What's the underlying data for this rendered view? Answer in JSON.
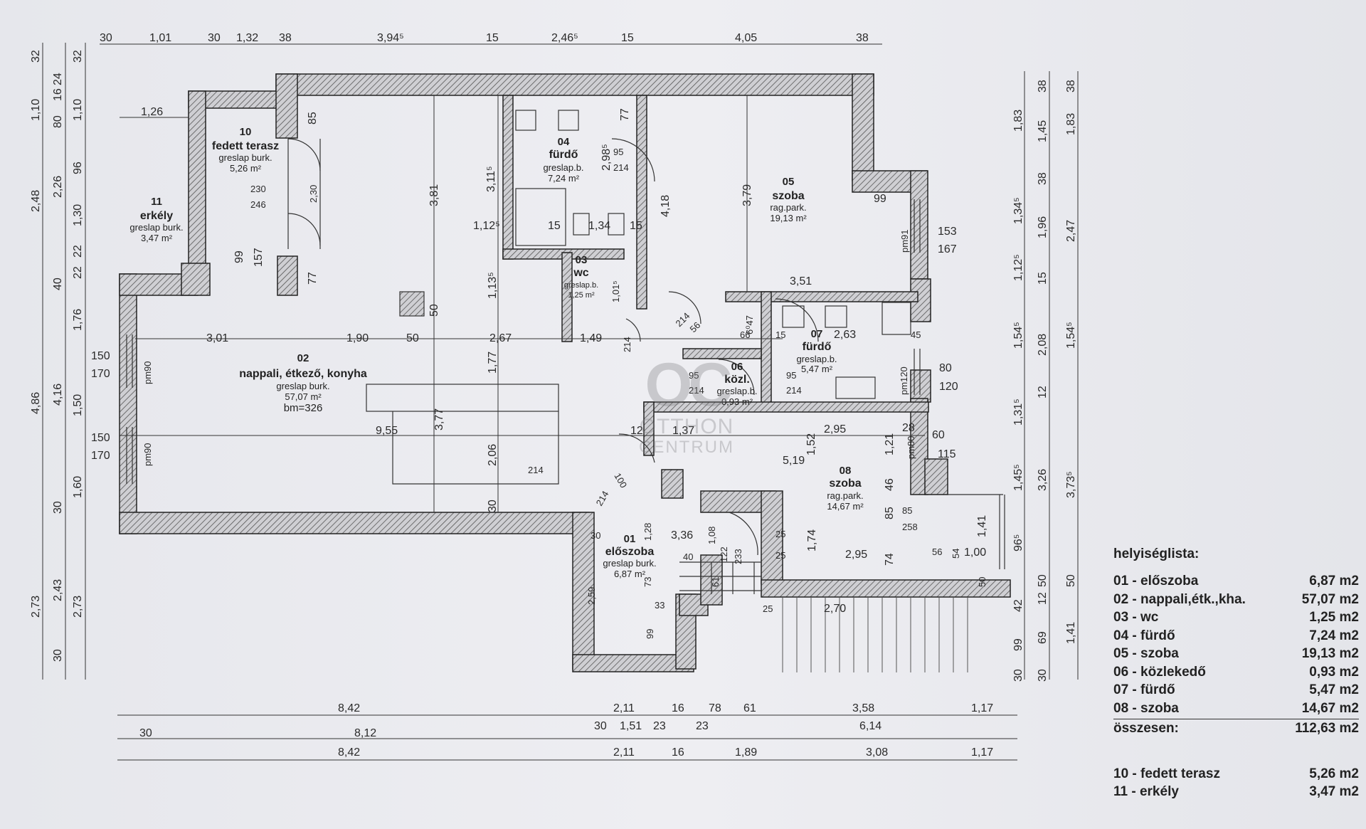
{
  "rooms": [
    {
      "num": "01",
      "name": "előszoba",
      "sub1": "greslap burk.",
      "sub2": "6,87 m²"
    },
    {
      "num": "02",
      "name": "nappali, étkező, konyha",
      "sub1": "greslap burk.",
      "sub2": "57,07 m²",
      "sub3": "bm=326"
    },
    {
      "num": "03",
      "name": "wc",
      "sub1": "greslap.b.",
      "sub2": "1,25 m²"
    },
    {
      "num": "04",
      "name": "fürdő",
      "sub1": "greslap.b.",
      "sub2": "7,24 m²"
    },
    {
      "num": "05",
      "name": "szoba",
      "sub1": "rag.park.",
      "sub2": "19,13 m²"
    },
    {
      "num": "06",
      "name": "közl.",
      "sub1": "greslap.b.",
      "sub2": "0,93 m²"
    },
    {
      "num": "07",
      "name": "fürdő",
      "sub1": "greslap.b.",
      "sub2": "5,47 m²"
    },
    {
      "num": "08",
      "name": "szoba",
      "sub1": "rag.park.",
      "sub2": "14,67 m²"
    },
    {
      "num": "10",
      "name": "fedett terasz",
      "sub1": "greslap burk.",
      "sub2": "5,26 m²"
    },
    {
      "num": "11",
      "name": "erkély",
      "sub1": "greslap burk.",
      "sub2": "3,47 m²"
    }
  ],
  "dims": {
    "top": [
      "30",
      "1,01",
      "30",
      "1,32",
      "38",
      "3,94⁵",
      "15",
      "2,46⁵",
      "15",
      "4,05",
      "38"
    ],
    "bottom1": [
      "8,42",
      "2,11",
      "16",
      "78",
      "61",
      "3,58",
      "1,17"
    ],
    "bottom2": [
      "30",
      "8,12",
      "30",
      "1,51",
      "23",
      "23",
      "6,14"
    ],
    "bottom3": [
      "8,42",
      "2,11",
      "16",
      "1,89",
      "3,08",
      "1,17"
    ],
    "left1": [
      "32",
      "1,10",
      "2,48",
      "4,86",
      "2,73"
    ],
    "left2": [
      "24",
      "16",
      "80",
      "2,26",
      "40",
      "4,16",
      "30",
      "2,43",
      "30"
    ],
    "left3": [
      "32",
      "1,10",
      "96",
      "1,30",
      "22",
      "22",
      "1,76",
      "1,50",
      "1,60",
      "2,73"
    ],
    "right1": [
      "1,83",
      "1,34⁵",
      "1,12⁵",
      "1,54⁵",
      "1,31⁵",
      "1,45⁵",
      "96⁵",
      "42",
      "99",
      "30"
    ],
    "right2": [
      "38",
      "1,45",
      "38",
      "1,96",
      "15",
      "2,08",
      "12",
      "3,26",
      "50",
      "12",
      "69",
      "30"
    ],
    "right3": [
      "38",
      "1,83",
      "2,47",
      "1,54⁵",
      "3,73⁵",
      "50",
      "1,41"
    ],
    "inner": [
      "1,26",
      "85",
      "3,81",
      "3,11⁵",
      "77",
      "2,98⁵",
      "95",
      "214",
      "230",
      "246",
      "2,30",
      "99",
      "157",
      "77",
      "4,18",
      "3,79",
      "99",
      "153",
      "167",
      "pm91",
      "1,12⁵",
      "15",
      "1,34",
      "15",
      "1,01⁵",
      "1,13⁵",
      "50",
      "3,51",
      "6⁰47",
      "66",
      "15",
      "2,63",
      "45",
      "pm90",
      "pm90",
      "pm120",
      "pm80",
      "3,01",
      "1,90",
      "50",
      "2,67",
      "1,49",
      "150",
      "170",
      "150",
      "170",
      "9,55",
      "3,77",
      "1,77",
      "2,06",
      "30",
      "12",
      "1,37",
      "2,95",
      "28",
      "60",
      "115",
      "5,19",
      "1,52",
      "1,21",
      "46",
      "85",
      "258",
      "1,74",
      "85",
      "74",
      "2,95",
      "1,41",
      "1,00",
      "54",
      "50",
      "56",
      "30",
      "1,28",
      "3,36",
      "1,08",
      "25",
      "25",
      "40",
      "2,59",
      "73",
      "33",
      "99",
      "61",
      "2,70",
      "25",
      "122",
      "233",
      "80",
      "120",
      "95",
      "214",
      "95",
      "214",
      "214",
      "56",
      "214",
      "214",
      "100",
      "214"
    ]
  },
  "legend": {
    "title": "helyiséglista:",
    "rows": [
      {
        "label": "01 - előszoba",
        "value": "6,87 m2"
      },
      {
        "label": "02 - nappali,étk.,kha.",
        "value": "57,07 m2"
      },
      {
        "label": "03 - wc",
        "value": "1,25 m2"
      },
      {
        "label": "04 - fürdő",
        "value": "7,24 m2"
      },
      {
        "label": "05 - szoba",
        "value": "19,13 m2"
      },
      {
        "label": "06 - közlekedő",
        "value": "0,93 m2"
      },
      {
        "label": "07 - fürdő",
        "value": "5,47 m2"
      },
      {
        "label": "08 - szoba",
        "value": "14,67 m2"
      }
    ],
    "total_label": "összesen:",
    "total_value": "112,63 m2",
    "extra": [
      {
        "label": "10 - fedett terasz",
        "value": "5,26 m2"
      },
      {
        "label": "11 - erkély",
        "value": "3,47 m2"
      }
    ]
  },
  "watermark": {
    "logo": "OC",
    "line1": "OTTHON",
    "line2": "CENTRUM"
  }
}
